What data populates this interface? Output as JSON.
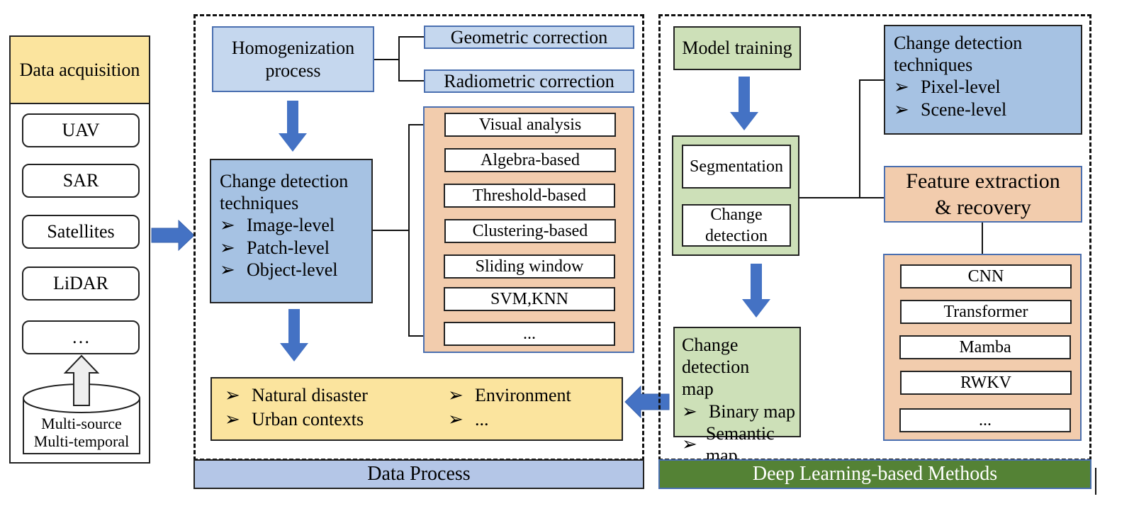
{
  "data_acquisition": {
    "title": "Data acquisition",
    "sources": [
      "UAV",
      "SAR",
      "Satellites",
      "LiDAR",
      "…"
    ],
    "database": [
      "Multi-source",
      "Multi-temporal"
    ]
  },
  "data_process": {
    "footer_label": "Data Process",
    "homogenization": [
      "Homogenization",
      "process"
    ],
    "corrections": [
      "Geometric correction",
      "Radiometric correction"
    ],
    "cd_techniques": {
      "title": [
        "Change detection",
        "techniques"
      ],
      "items": [
        "Image-level",
        "Patch-level",
        "Object-level"
      ]
    },
    "methods": [
      "Visual analysis",
      "Algebra-based",
      "Threshold-based",
      "Clustering-based",
      "Sliding window",
      "SVM,KNN",
      "..."
    ],
    "applications": [
      "Natural disaster",
      "Urban contexts",
      "Environment",
      "..."
    ]
  },
  "deep_learning": {
    "footer_label": "Deep Learning-based Methods",
    "model_training": "Model training",
    "tasks": [
      "Segmentation",
      "Change detection"
    ],
    "cd_map": {
      "title": [
        "Change detection",
        "map"
      ],
      "items": [
        "Binary map",
        "Semantic map"
      ]
    },
    "cd_techniques": {
      "title": [
        "Change detection",
        "techniques"
      ],
      "items": [
        "Pixel-level",
        "Scene-level"
      ]
    },
    "feature_extraction": [
      "Feature extraction",
      "& recovery"
    ],
    "architectures": [
      "CNN",
      "Transformer",
      "Mamba",
      "RWKV",
      "..."
    ]
  },
  "bullet_glyph": "➢",
  "colors": {
    "arrow_blue": "#4472c4",
    "data_process_footer": "#b4c6e7",
    "deep_learning_footer": "#548235",
    "peach": "#f2ccad",
    "yellow": "#fbe49e",
    "green": "#cde0b8",
    "light_blue": "#c5d7ee",
    "mid_blue": "#a6c2e3"
  }
}
